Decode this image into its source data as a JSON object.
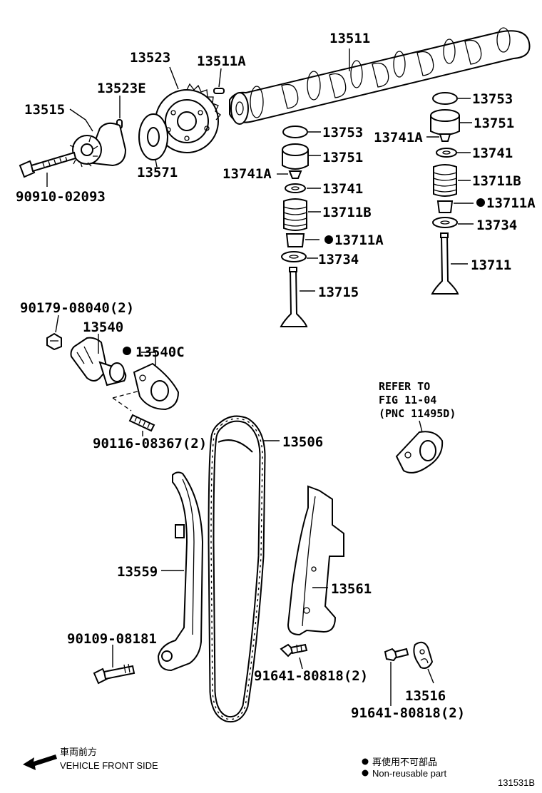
{
  "callouts": {
    "p13511": "13511",
    "p13523": "13523",
    "p13511A": "13511A",
    "p13523E": "13523E",
    "p13515": "13515",
    "p13571": "13571",
    "p90910": "90910-02093",
    "p13753_l": "13753",
    "p13751_l": "13751",
    "p13741A_l": "13741A",
    "p13741_l": "13741",
    "p13711B_l": "13711B",
    "p13711A_l": "13711A",
    "p13734_l": "13734",
    "p13715": "13715",
    "p13753_r": "13753",
    "p13751_r": "13751",
    "p13741A_r": "13741A",
    "p13741_r": "13741",
    "p13711B_r": "13711B",
    "p13711A_r": "13711A",
    "p13734_r": "13734",
    "p13711": "13711",
    "p90179": "90179-08040(2)",
    "p13540": "13540",
    "p13540C": "13540C",
    "p90116": "90116-08367(2)",
    "p13506": "13506",
    "p13559": "13559",
    "p13561": "13561",
    "p90109": "90109-08181",
    "p91641_a": "91641-80818(2)",
    "p13516": "13516",
    "p91641_b": "91641-80818(2)"
  },
  "refer": {
    "line1": "REFER TO",
    "line2": "FIG 11-04",
    "line3": "(PNC 11495D)"
  },
  "front": {
    "jp": "車両前方",
    "en": "VEHICLE FRONT SIDE"
  },
  "legend": {
    "jp": "再使用不可部品",
    "en": "Non-reusable part"
  },
  "figure_id": "131531B"
}
